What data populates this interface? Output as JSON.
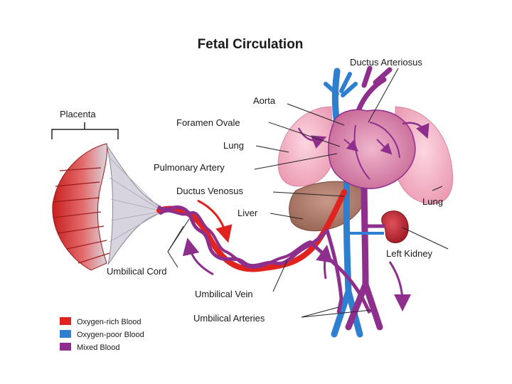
{
  "title": "Fetal Circulation",
  "labels": {
    "ductus_arteriosus": "Ductus Arteriosus",
    "aorta": "Aorta",
    "foramen_ovale": "Foramen Ovale",
    "lung_left_side": "Lung",
    "pulmonary_artery": "Pulmonary Artery",
    "ductus_venosus": "Ductus Venosus",
    "liver": "Liver",
    "lung_right_side": "Lung",
    "left_kidney": "Left Kidney",
    "placenta": "Placenta",
    "umbilical_cord": "Umbilical Cord",
    "umbilical_vein": "Umbilical Vein",
    "umbilical_arteries": "Umbilical Arteries"
  },
  "legend": [
    {
      "label": "Oxygen-rich Blood",
      "color": "#e0231f"
    },
    {
      "label": "Oxygen-poor Blood",
      "color": "#2f7fd0"
    },
    {
      "label": "Mixed Blood",
      "color": "#8e2f8e"
    }
  ],
  "colors": {
    "oxygen_rich": "#e0231f",
    "oxygen_poor": "#2f7fd0",
    "mixed": "#8e2f8e",
    "lung": "#f3b8c8",
    "heart": "#e79ab8",
    "liver": "#b07a6a",
    "kidney": "#b3202a"
  }
}
